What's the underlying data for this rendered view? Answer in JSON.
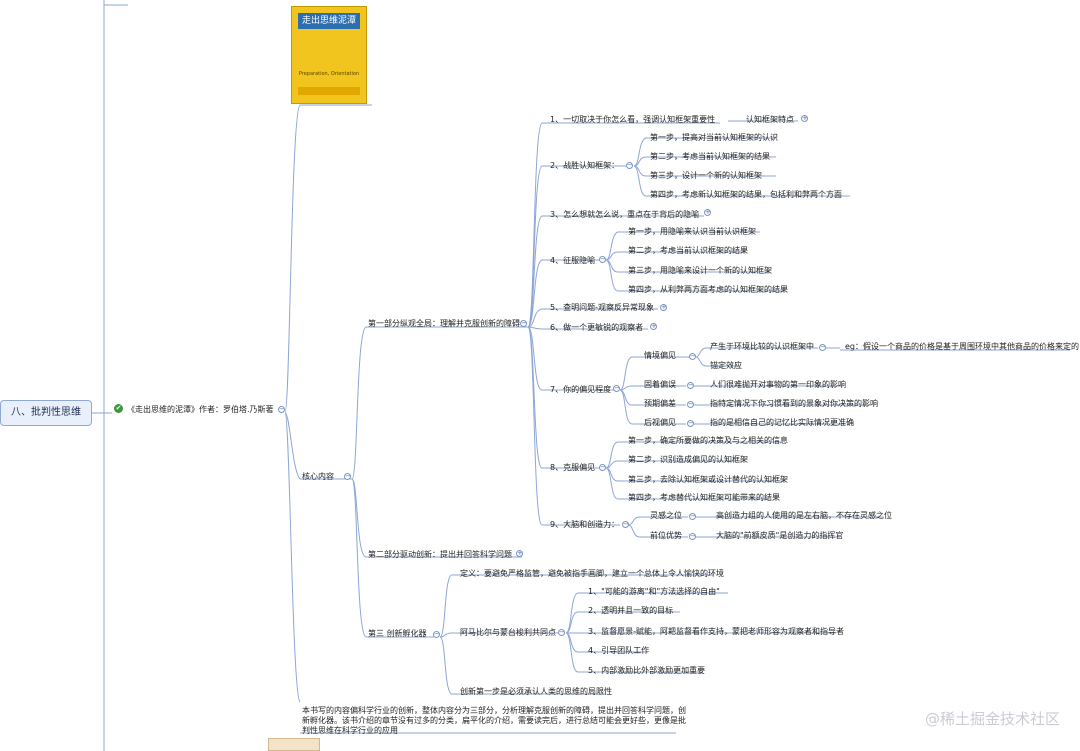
{
  "root": "八、批判性思维",
  "book_node": "《走出思维的泥潭》作者：罗伯塔.乃斯著",
  "book_cover": {
    "title": "走出思维泥潭",
    "subtitle": "Preparation, Orientation"
  },
  "core": "核心内容",
  "part1": "第一部分纵观全局：理解并克服创新的障碍",
  "p1": {
    "i1": "1、一切取决于你怎么看，强调认知框架重要性",
    "i1_child": "认知框架特点",
    "i2": "2、战胜认知框架：",
    "i2_steps": [
      "第一步，提高对当前认知框架的认识",
      "第二步，考虑当前认知框架的结果",
      "第三步，设计一个新的认知框架",
      "第四步，考虑新认知框架的结果，包括利和弊两个方面"
    ],
    "i3": "3、怎么想就怎么说，重点在于背后的隐喻",
    "i4": "4、征服隐喻",
    "i4_steps": [
      "第一步，用隐喻来认识当前认识框架",
      "第二步，考虑当前认识框架的结果",
      "第三步，用隐喻来设计一个新的认知框架",
      "第四步，从利弊两方面考虑的认知框架的结果"
    ],
    "i5": "5、查明问题-观察反异常现象",
    "i6": "6、做一个更敏锐的观察者",
    "i7": "7、你的偏见程度",
    "i7_b1": "情境偏见",
    "i7_b1_c1": "产生于环境比较的认识框架中",
    "i7_b1_c1_eg": "eg：假设一个商品的价格是基于周围环境中其他商品的价格来定的",
    "i7_b1_c2": "锚定效应",
    "i7_b2": "固着偏误",
    "i7_b2_c": "人们很难抛开对事物的第一印象的影响",
    "i7_b3": "预期偏差",
    "i7_b3_c": "指特定情况下你习惯看到的景象对你决策的影响",
    "i7_b4": "后视偏见",
    "i7_b4_c": "指的是相信自己的记忆比实际情况更准确",
    "i8": "8、克服偏见",
    "i8_steps": [
      "第一步，确定所要做的决策及与之相关的信息",
      "第二步，识别造成偏见的认知框架",
      "第三步，去除认知框架或设计替代的认知框架",
      "第四步，考虑替代认知框架可能带来的结果"
    ],
    "i9": "9、大脑和创造力：",
    "i9_b1": "灵感之位",
    "i9_b1_c": "高创造力组的人使用的是左右脑，不存在灵感之位",
    "i9_b2": "前位优势",
    "i9_b2_c": "大脑的\"前额皮质\"是创造力的指挥官"
  },
  "part2": "第二部分驱动创新：提出并回答科学问题",
  "part3": "第三 创新孵化器",
  "p3": {
    "def": "定义：要避免严格监管，避免被指手画脚，建立一个总体上令人愉快的环境",
    "same": "阿马比尔与蒙台梭利共同点",
    "same_items": [
      "1、\"可能的游离\"和\"方法选择的自由\"",
      "2、透明并且一致的目标",
      "3、监督愿景-赋能，阿耙监督看作支持，蒙把老师形容为观察者和指导者",
      "4、引导团队工作",
      "5、内部激励比外部激励更加重要"
    ],
    "first_step": "创新第一步是必须承认人类的思维的局限性"
  },
  "summary_line1": "本书写的内容偏科学行业的创新，整体内容分为三部分，分析理解克服创新的障碍，提出并回答科学问题，创",
  "summary_line2": "新孵化器。该书介绍的章节没有过多的分类，扁平化的介绍，需要读完后，进行总结可能会更好些，更像是批",
  "summary_line3": "判性思维在科学行业的应用",
  "watermark": "@稀土掘金技术社区",
  "colors": {
    "line": "#8ea6d6",
    "root_fill": "#e9f0fb"
  }
}
